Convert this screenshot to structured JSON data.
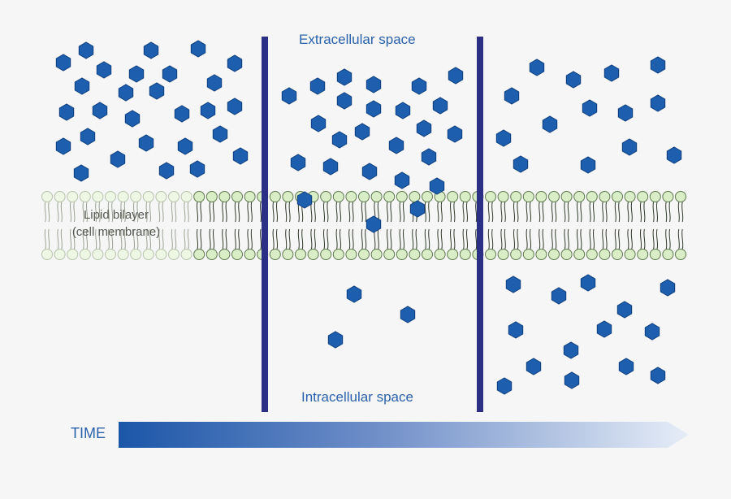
{
  "labels": {
    "extracellular": "Extracellular space",
    "intracellular": "Intracellular space",
    "bilayer_line1": "Lipid bilayer",
    "bilayer_line2": "(cell membrane)",
    "time": "TIME"
  },
  "colors": {
    "molecule": "#1d5fae",
    "molecule_stroke": "#0f3f7e",
    "divider": "#2b2f86",
    "lipid_head_dark": "#d9eec6",
    "lipid_head_light": "#eef7e4",
    "lipid_tail": "#2f3a2a",
    "label": "#2a62ad",
    "arrow_start": "#1b56a8",
    "arrow_end": "#e6edf7"
  },
  "icons": {
    "molecule": "hexagon-molecule-icon",
    "lipid": "phospholipid-icon",
    "time_arrow": "gradient-arrow-icon"
  }
}
